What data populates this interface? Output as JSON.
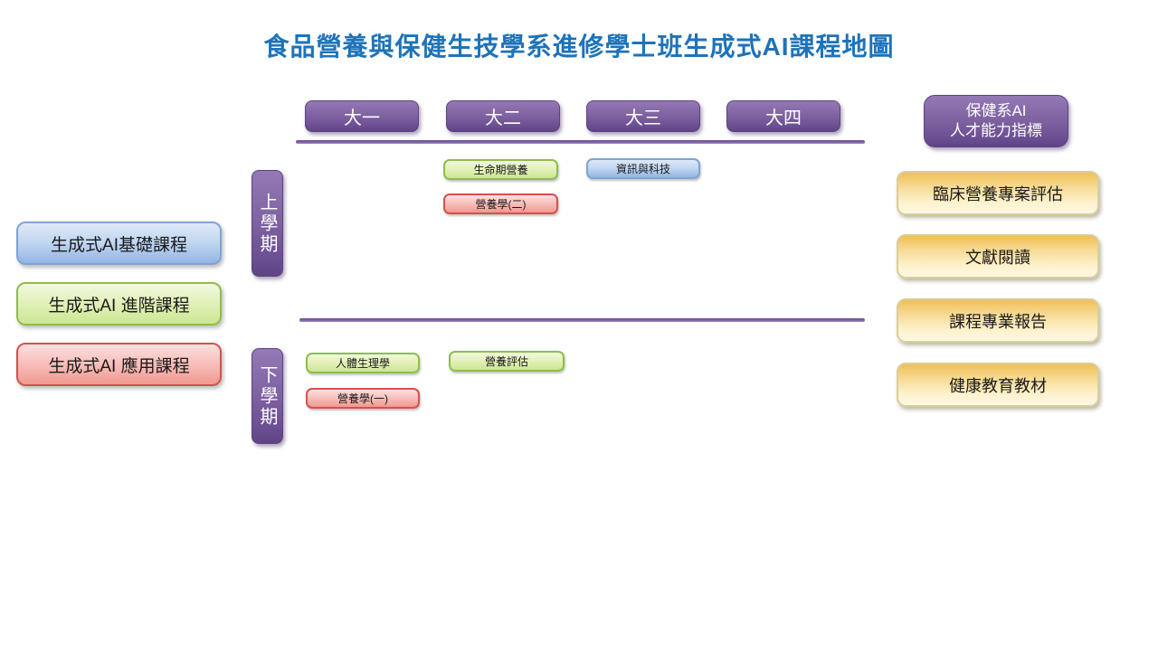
{
  "title": "食品營養與保健生技學系進修學士班生成式AI課程地圖",
  "years": [
    {
      "label": "大一"
    },
    {
      "label": "大二"
    },
    {
      "label": "大三"
    },
    {
      "label": "大四"
    }
  ],
  "header": {
    "line1": "保健系AI",
    "line2": "人才能力指標"
  },
  "semesters": [
    {
      "label": "上學期"
    },
    {
      "label": "下學期"
    }
  ],
  "legend": [
    {
      "label": "生成式AI基礎課程",
      "type": "blue"
    },
    {
      "label": "生成式AI 進階課程",
      "type": "green"
    },
    {
      "label": "生成式AI 應用課程",
      "type": "pink"
    }
  ],
  "courses": [
    {
      "label": "生命期營養",
      "type": "green",
      "year": "大二",
      "semester": "上學期"
    },
    {
      "label": "資訊與科技",
      "type": "blue",
      "year": "大三",
      "semester": "上學期"
    },
    {
      "label": "營養學(二)",
      "type": "pink",
      "year": "大二",
      "semester": "上學期"
    },
    {
      "label": "人體生理學",
      "type": "green",
      "year": "大一",
      "semester": "下學期"
    },
    {
      "label": "營養評估",
      "type": "green",
      "year": "大二",
      "semester": "下學期"
    },
    {
      "label": "營養學(一)",
      "type": "pink",
      "year": "大一",
      "semester": "下學期"
    }
  ],
  "indicators": [
    {
      "label": "臨床營養專案評估"
    },
    {
      "label": "文獻閱讀"
    },
    {
      "label": "課程專業報告"
    },
    {
      "label": "健康教育教材"
    }
  ],
  "colors": {
    "title_blue": "#1E73B9",
    "purple": "#8064A2",
    "legend_blue": "#93B5E3",
    "legend_green": "#CDE693",
    "legend_pink": "#F0998F",
    "indicator_yellow": "#F0BF57",
    "divider_purple": "#7A5DA6"
  }
}
